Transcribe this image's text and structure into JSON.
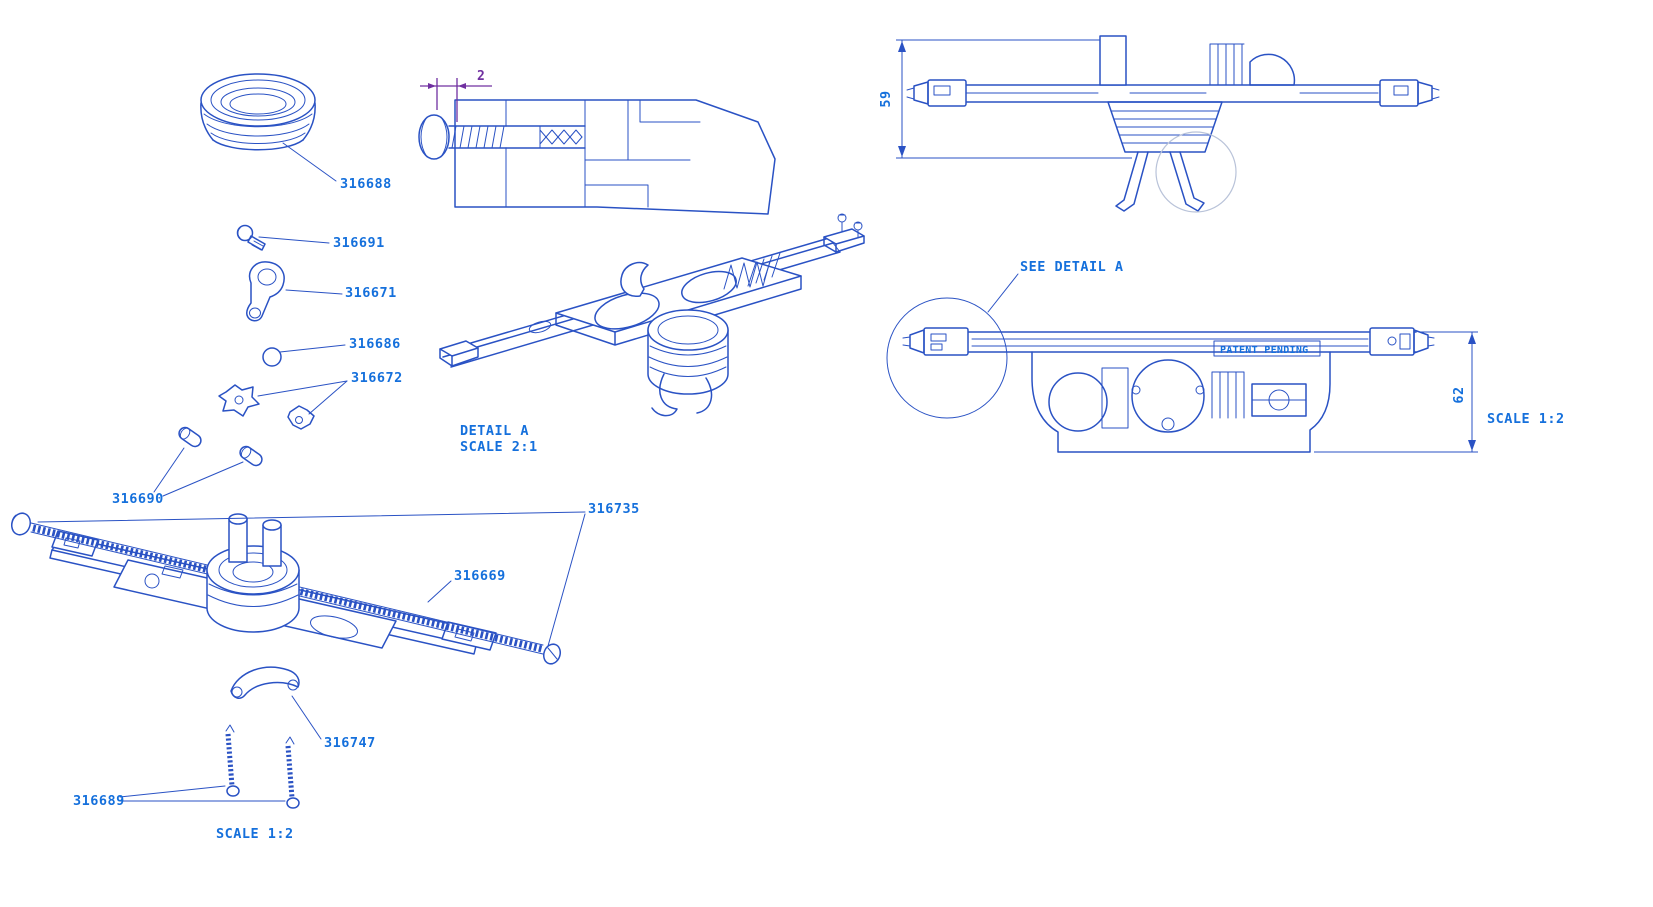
{
  "colors": {
    "line": "#2a52c4",
    "text": "#1570dc",
    "accent_purple": "#7030a0"
  },
  "parts": {
    "ring": "316688",
    "screw_small": "316691",
    "clamp": "316671",
    "ball": "316686",
    "clips": "316672",
    "pins": "316690",
    "rod": "316735",
    "bar": "316669",
    "wishbone": "316747",
    "screws_long": "316689"
  },
  "views": {
    "detail_a": {
      "title": "DETAIL A",
      "scale": "SCALE 2:1",
      "dim_width": "2"
    },
    "front_top": {
      "dim_height": "59"
    },
    "front_side": {
      "callout": "SEE DETAIL A",
      "patent": "PATENT PENDING",
      "dim_height": "62",
      "scale": "SCALE 1:2"
    },
    "exploded": {
      "scale": "SCALE 1:2"
    }
  }
}
